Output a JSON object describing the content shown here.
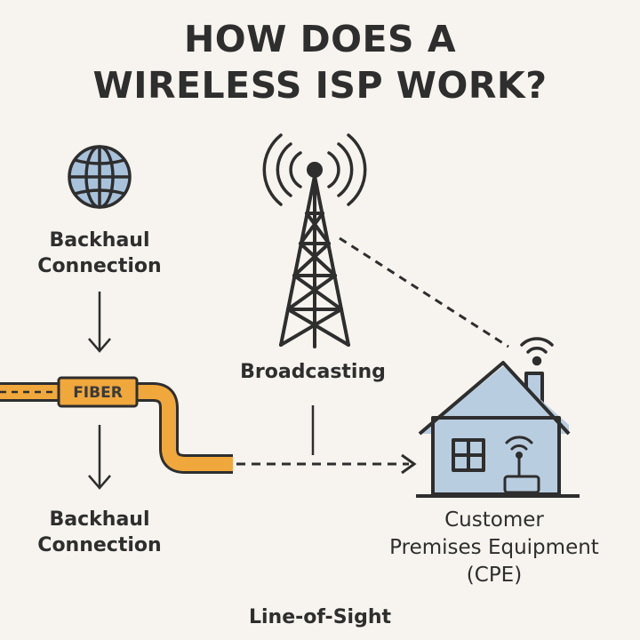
{
  "title": {
    "line1": "HOW DOES A",
    "line2": "WIRELESS ISP WORK?"
  },
  "labels": {
    "backhaul_top": [
      "Backhaul",
      "Connection"
    ],
    "backhaul_bottom": [
      "Backhaul",
      "Connection"
    ],
    "broadcasting": "Broadcasting",
    "fiber": "FIBER",
    "cpe": [
      "Customer",
      "Premises Equipment",
      "(CPE)"
    ],
    "line_of_sight": "Line-of-Sight"
  },
  "icons": [
    "globe-icon",
    "antenna-tower-icon",
    "house-icon",
    "wifi-signal-icon",
    "router-icon"
  ],
  "colors": {
    "background": "#f7f3ee",
    "fiber_orange": "#f0a73c",
    "house_blue": "#b9cde0",
    "globe_blue": "#a9c2dc",
    "ink": "#2e2e2e"
  }
}
